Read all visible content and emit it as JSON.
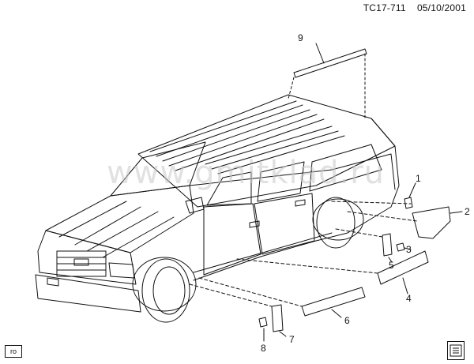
{
  "header": {
    "drawing_id": "TC17-711",
    "date": "05/10/2001"
  },
  "watermark": {
    "text": "www.gmitklad.ru"
  },
  "region_tag": "ro",
  "callouts": [
    {
      "num": "1"
    },
    {
      "num": "2"
    },
    {
      "num": "3"
    },
    {
      "num": "4"
    },
    {
      "num": "5"
    },
    {
      "num": "6"
    },
    {
      "num": "7"
    },
    {
      "num": "8"
    },
    {
      "num": "9"
    }
  ],
  "colors": {
    "line": "#111111",
    "paper": "#ffffff",
    "watermark": "#c9c9c9"
  },
  "icons": [
    "gm-logo-icon"
  ]
}
